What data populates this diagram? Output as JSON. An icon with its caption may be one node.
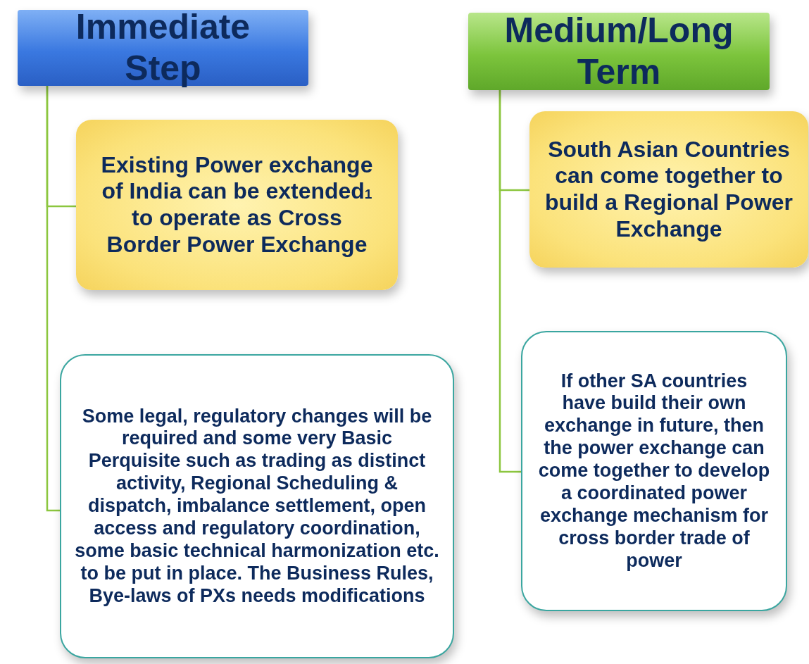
{
  "diagram": {
    "nodes": [
      {
        "text": [
          "Immediate Step"
        ]
      },
      {
        "text": [
          "Existing Power exchange of India can be extended$_{1}$ to operate as Cross Border Power Exchange"
        ]
      },
      {
        "text": [
          "Some  legal, regulatory changes will be required and some very Basic Perquisite such as  trading as distinct activity, Regional Scheduling & dispatch, imbalance settlement,  open access and regulatory coordination, some basic technical harmonization etc.  to be put in place. The Business Rules, Bye-laws of PXs needs modifications"
        ]
      },
      {
        "text": [
          "Medium/Long Term"
        ]
      },
      {
        "text": [
          "South Asian Countries can come together to build a Regional Power Exchange"
        ]
      },
      {
        "text": [
          "If  other SA countries have build their own exchange in future, then the power exchange can come together to develop a coordinated power exchange mechanism for cross border trade of power"
        ]
      }
    ],
    "edges": [
      {
        "from": 0,
        "to": 1,
        "arrow": "none"
      },
      {
        "from": 0,
        "to": 2,
        "arrow": "none"
      },
      {
        "from": 3,
        "to": 4,
        "arrow": "none"
      },
      {
        "from": 3,
        "to": 5,
        "arrow": "none"
      }
    ]
  }
}
